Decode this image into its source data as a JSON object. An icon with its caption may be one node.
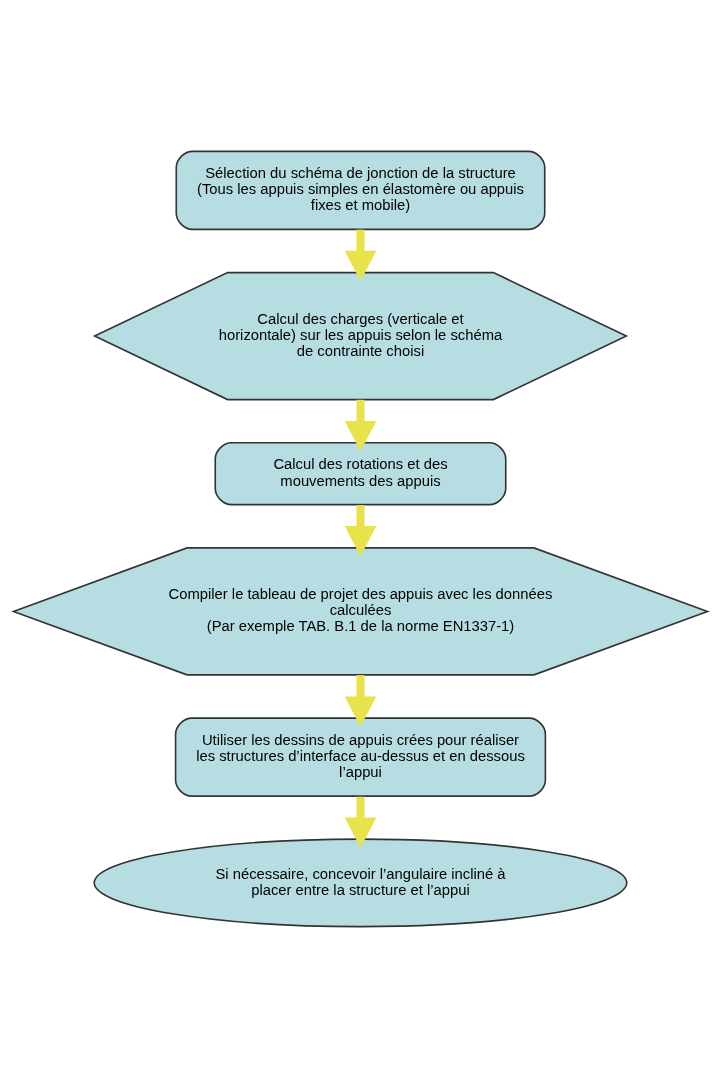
{
  "diagram": {
    "nodes": [
      {
        "text": [
          "Sélection du schéma de jonction de la structure",
          "(Tous les appuis simples en élastomère ou appuis fixes et mobile)"
        ]
      },
      {
        "text": [
          "Calcul des charges (verticale et horizontale) sur les appuis selon le schéma de contrainte choisi"
        ]
      },
      {
        "text": [
          "Calcul des rotations et des mouvements des appuis"
        ]
      },
      {
        "text": [
          "Compiler le tableau de projet des appuis avec les données calculées",
          "(Par exemple TAB. B.1 de la norme EN1337-1)"
        ]
      },
      {
        "text": [
          "Utiliser les dessins de appuis crées pour réaliser les structures d’interface au-dessus et en dessous l’appui"
        ]
      },
      {
        "text": [
          "Si nécessaire, concevoir l’angulaire incliné à placer entre la structure et l’appui"
        ]
      }
    ],
    "edges": [
      {
        "from": 0,
        "to": 1,
        "arrow": "to"
      },
      {
        "from": 1,
        "to": 2,
        "arrow": "to"
      },
      {
        "from": 2,
        "to": 3,
        "arrow": "to"
      },
      {
        "from": 3,
        "to": 4,
        "arrow": "to"
      },
      {
        "from": 4,
        "to": 5,
        "arrow": "to"
      }
    ]
  }
}
